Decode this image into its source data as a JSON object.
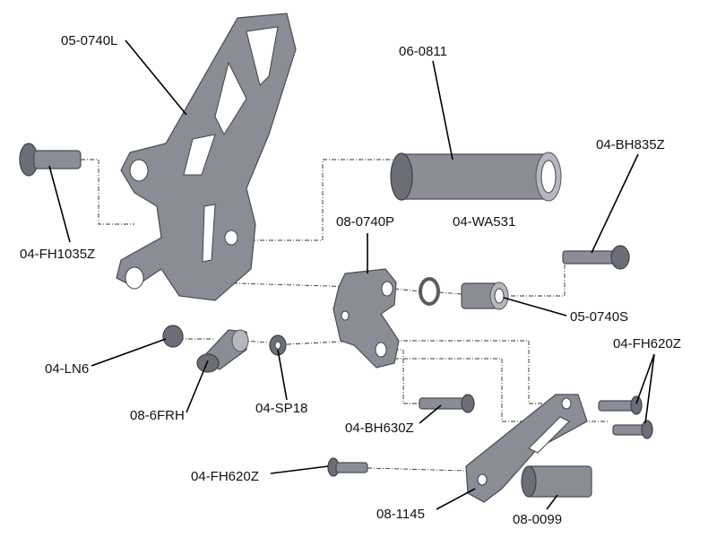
{
  "diagram": {
    "labels": {
      "bracket_left": "05-0740L",
      "sleeve": "06-0811",
      "bolt_bh835z": "04-BH835Z",
      "washer": "04-WA531",
      "bracket_p": "08-0740P",
      "bolt_fh1035z": "04-FH1035Z",
      "spacer_0740s": "05-0740S",
      "nut": "04-LN6",
      "bolt_fh620z_right": "04-FH620Z",
      "rod_end": "08-6FRH",
      "spacer_sp18": "04-SP18",
      "bolt_bh630z": "04-BH630Z",
      "bolt_fh620z_left": "04-FH620Z",
      "lever": "08-1145",
      "peg_sleeve": "08-0099"
    }
  }
}
